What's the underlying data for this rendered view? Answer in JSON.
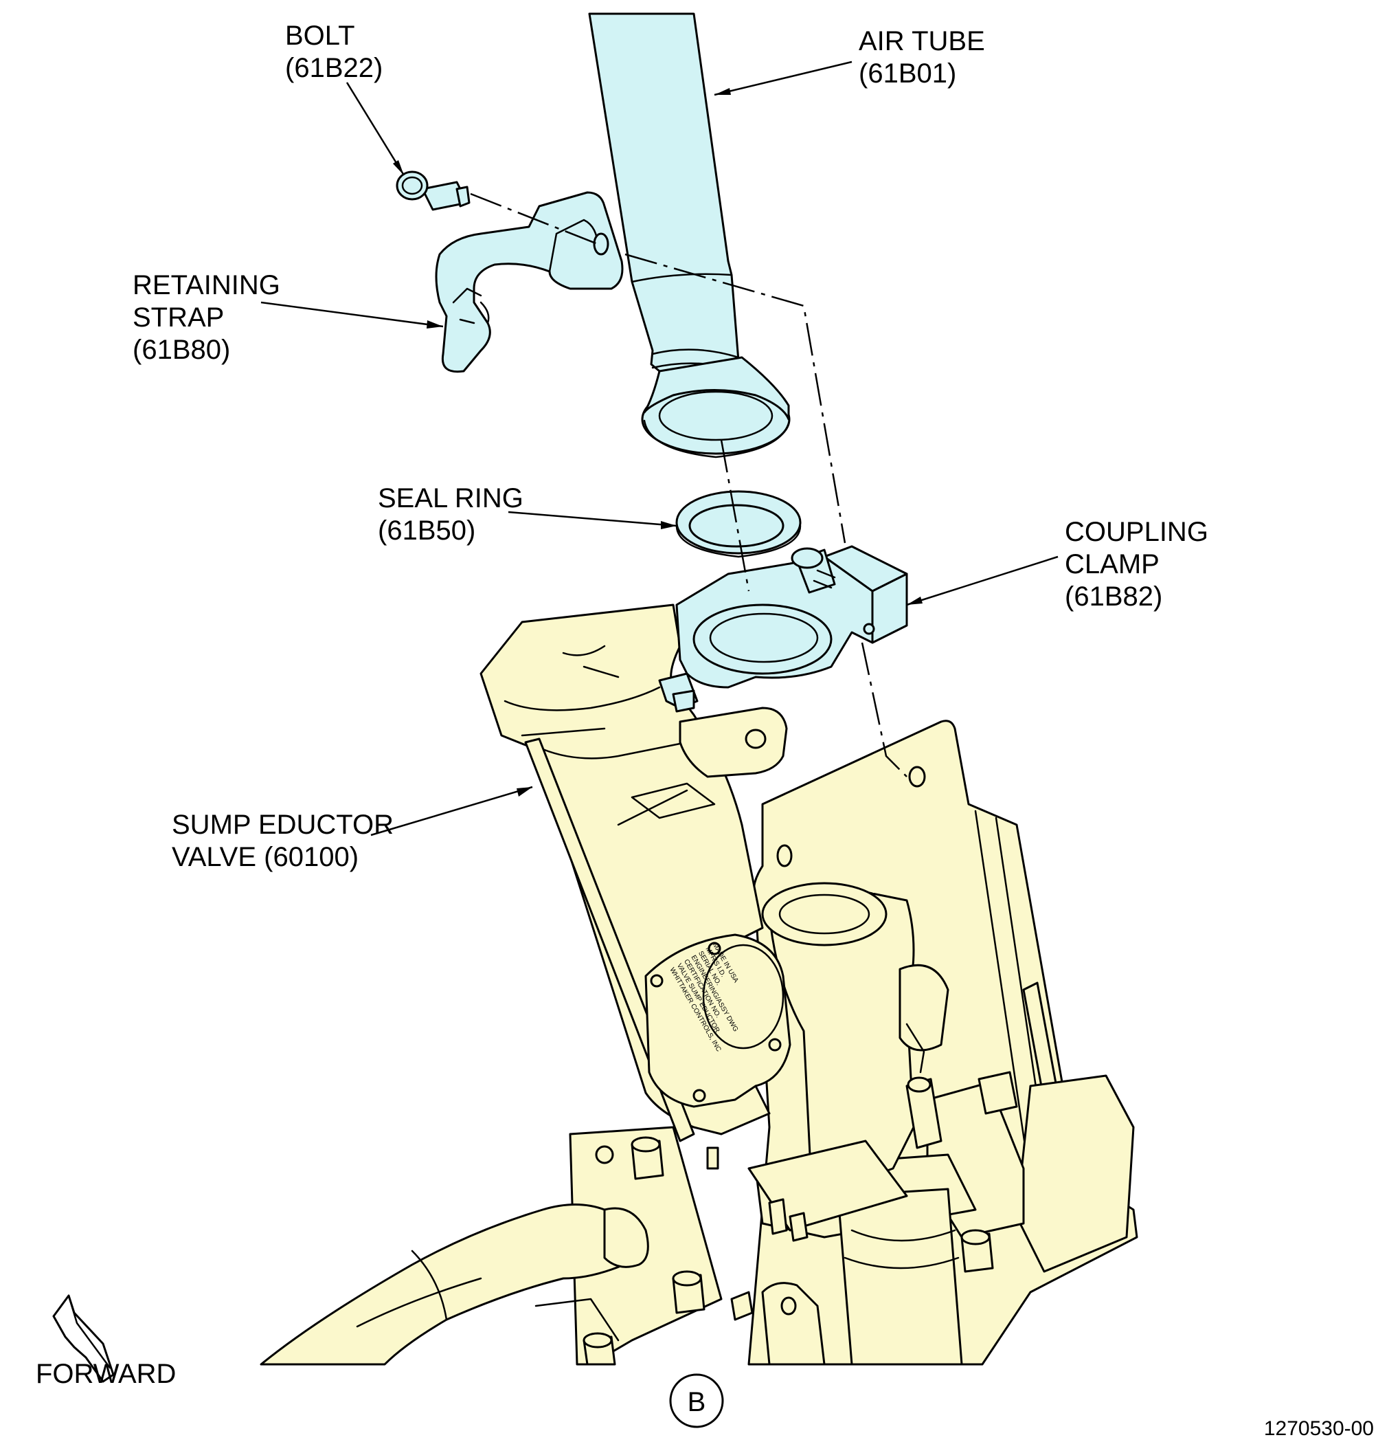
{
  "colors": {
    "yellow": "#fbf8cc",
    "cyan": "#d2f3f5",
    "ink": "#000000"
  },
  "labels": {
    "bolt": {
      "name": "BOLT",
      "code": "(61B22)"
    },
    "air_tube": {
      "name": "AIR TUBE",
      "code": "(61B01)"
    },
    "retaining_strap": {
      "line1": "RETAINING",
      "line2": "STRAP",
      "code": "(61B80)"
    },
    "seal_ring": {
      "name": "SEAL RING",
      "code": "(61B50)"
    },
    "coupling_clamp": {
      "line1": "COUPLING",
      "line2": "CLAMP",
      "code": "(61B82)"
    },
    "sump_eductor_valve": {
      "line1": "SUMP EDUCTOR",
      "line2": "VALVE (60100)"
    }
  },
  "forward_label": "FORWARD",
  "view_letter": "B",
  "figure_number": "1270530-00",
  "nameplate_lines": [
    "WHITTAKER CONTROLS, INC",
    "VALVE SUMP EDUCTOR",
    "CERTIFICATION NO.",
    "ENGINEERING/ASSY DWG",
    "SERIAL NO.",
    "MFR'S I.D.",
    "MADE IN USA"
  ]
}
